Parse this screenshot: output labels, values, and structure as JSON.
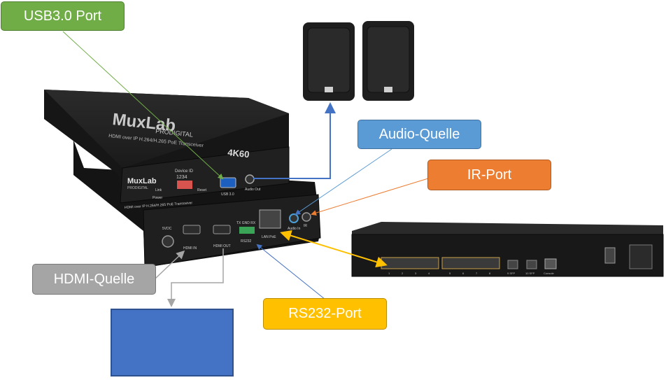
{
  "callouts": {
    "usb": {
      "label": "USB3.0 Port",
      "color": "#70ad47"
    },
    "audio": {
      "label": "Audio-Quelle",
      "color": "#5b9bd5"
    },
    "ir": {
      "label": "IR-Port",
      "color": "#ed7d31"
    },
    "hdmi": {
      "label": "HDMI-Quelle",
      "color": "#a5a5a5"
    },
    "rs232": {
      "label": "RS232-Port",
      "color": "#ffc000"
    }
  },
  "device": {
    "brand": "MuxLab",
    "brand_sub": "PRODIGITAL",
    "model": "HDMI over IP H.264/H.265 PoE Transceiver",
    "badge": "4K60",
    "front": {
      "device_id_label": "Device ID",
      "device_id_digits": "1234",
      "link_label": "Link",
      "power_label": "Power",
      "reset_label": "Reset",
      "usb_label": "USB 3.0",
      "audio_out_label": "Audio Out"
    },
    "rear": {
      "dc_label": "5VDC",
      "hdmi_in_label": "HDMI IN",
      "hdmi_out_label": "HDMI OUT",
      "rs232_pins": "TX GND RX",
      "rs232_label": "RS232",
      "lan_label": "LAN PoE",
      "audio_in_label": "Audio In",
      "ir_label": "IR"
    }
  },
  "switch": {
    "port_numbers": [
      "1",
      "2",
      "3",
      "4",
      "5",
      "6",
      "7",
      "8"
    ],
    "sfp1_label": "9 SFP",
    "sfp2_label": "10 SFP",
    "console_label": "Console"
  },
  "colors": {
    "usb_line": "#70ad47",
    "audio_line": "#4472c4",
    "ir_line": "#ed7d31",
    "hdmi_line": "#a5a5a5",
    "rs232_line": "#4472c4",
    "lan_line": "#ffc000",
    "speaker_line": "#4472c4",
    "screen": "#4472c4"
  }
}
